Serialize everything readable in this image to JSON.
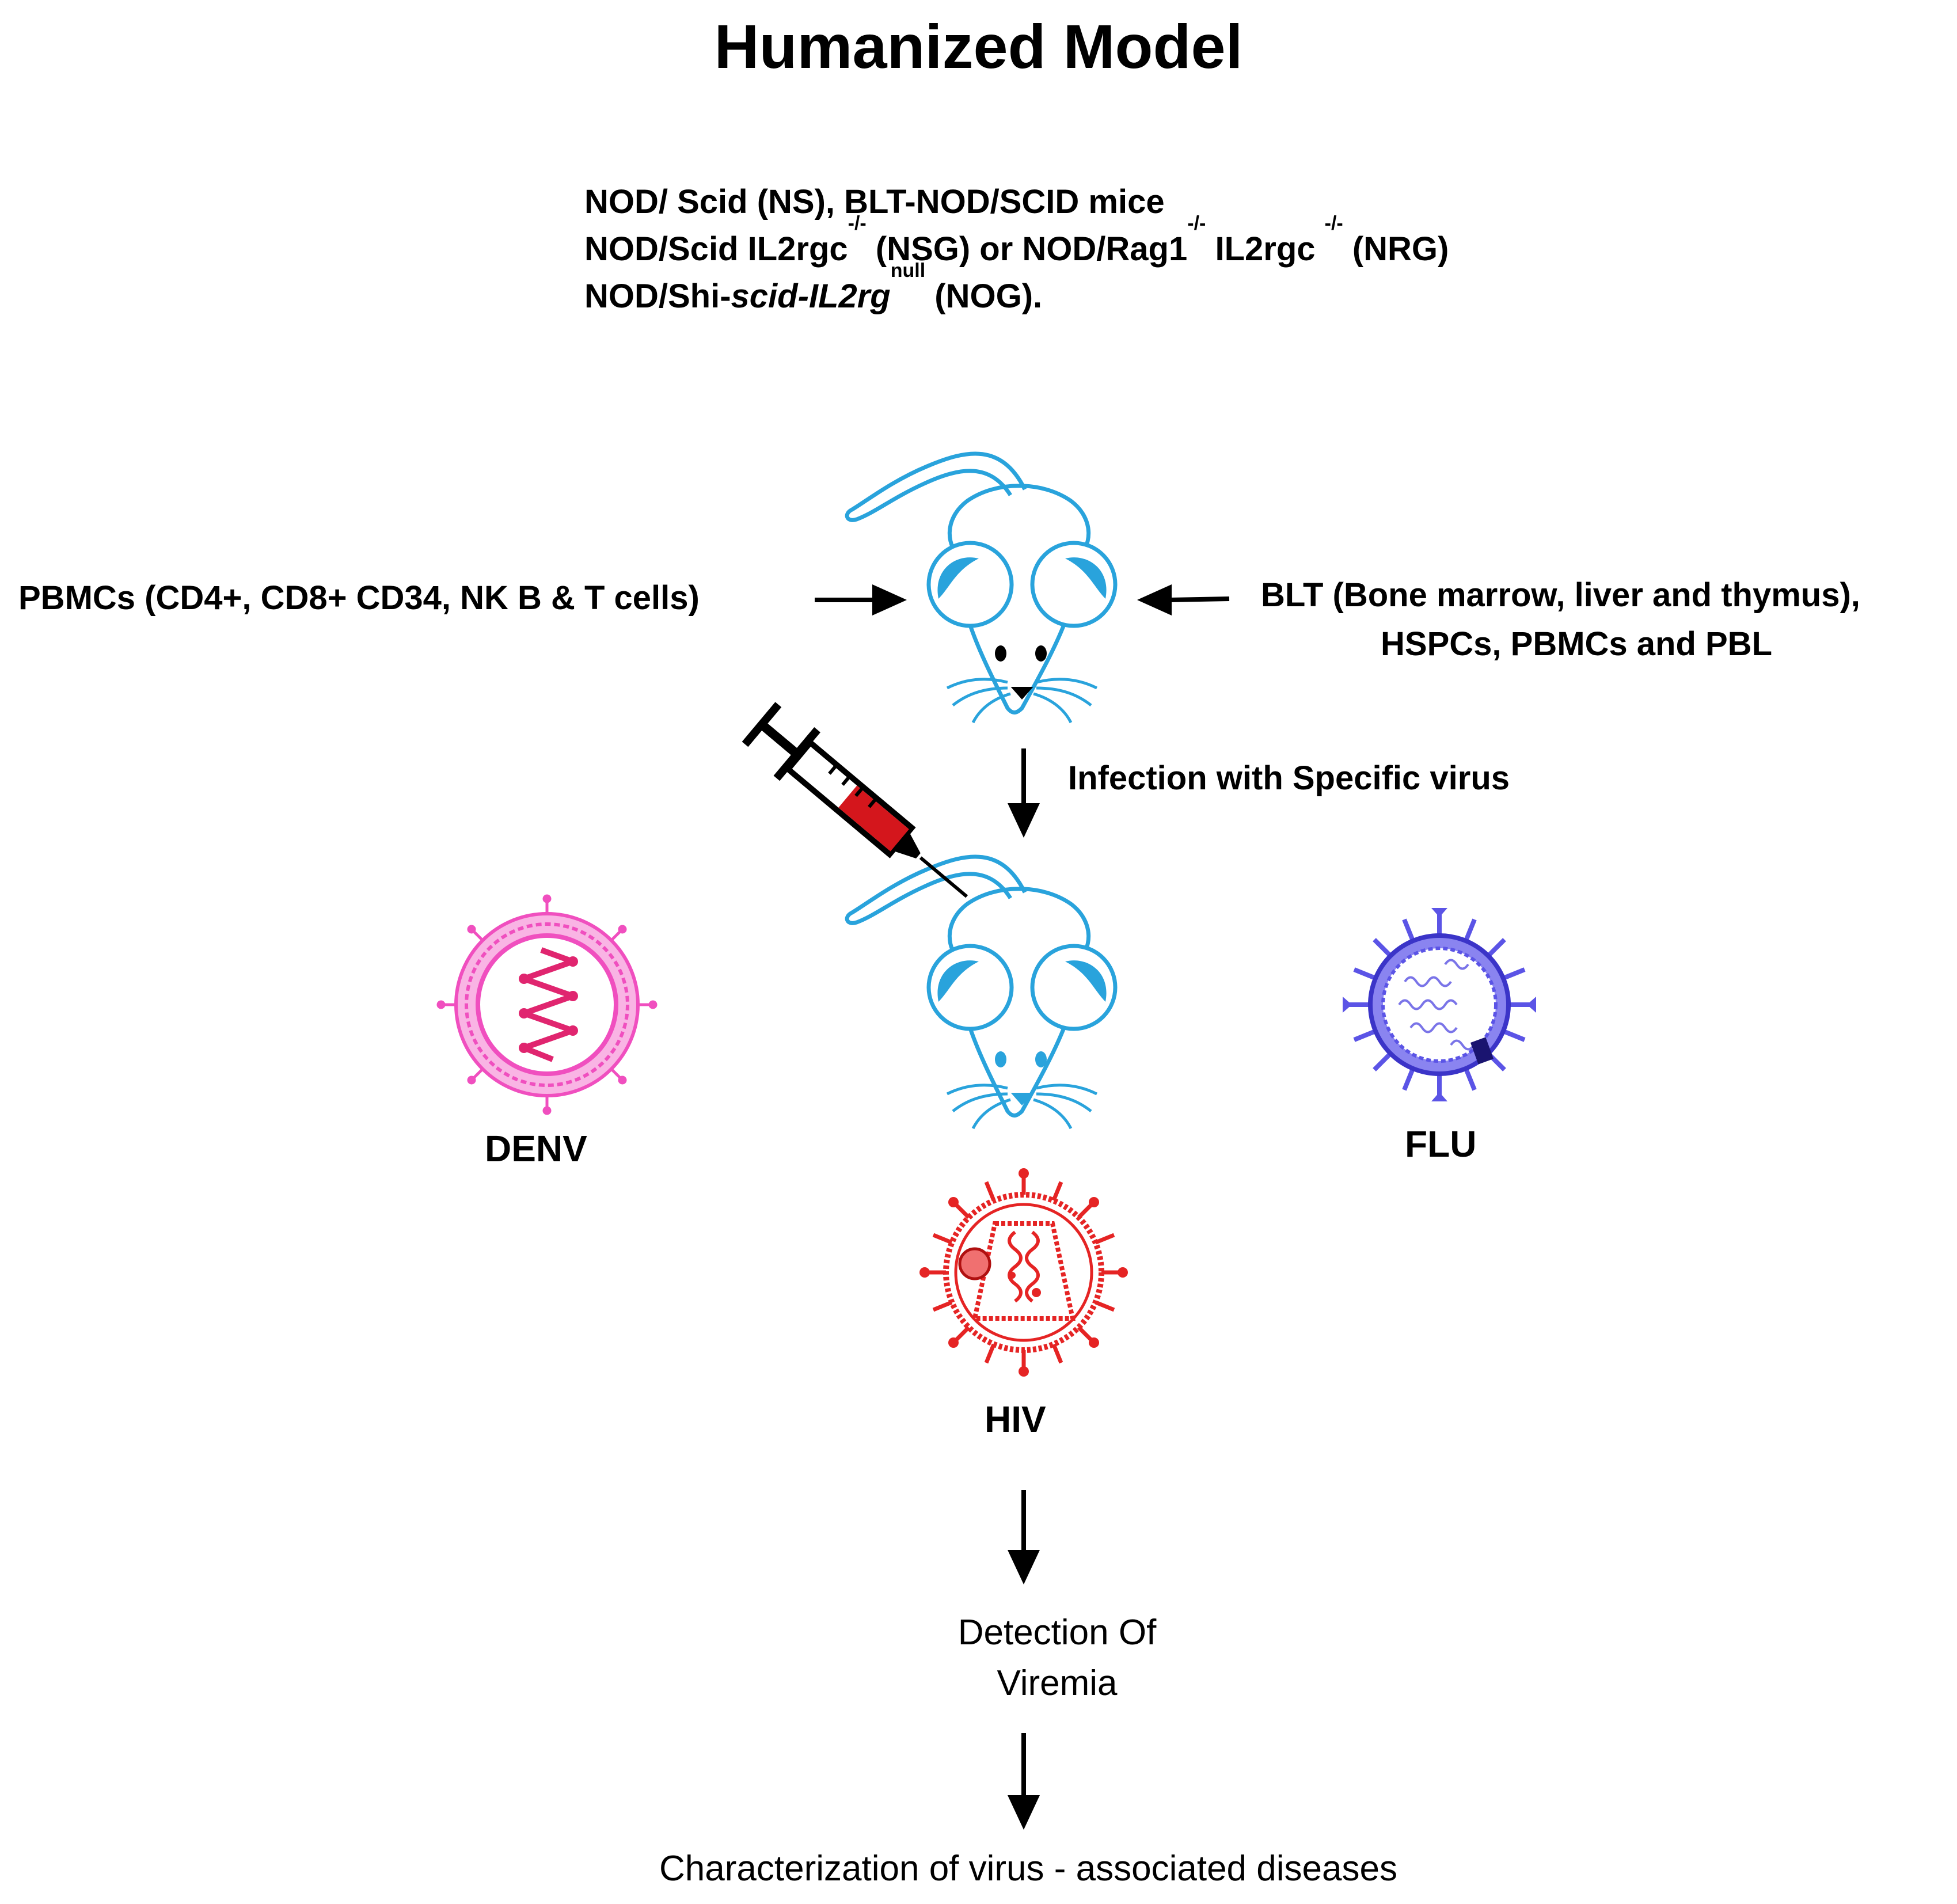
{
  "title": "Humanized Model",
  "strains": {
    "line1": "NOD/ Scid (NS), BLT-NOD/SCID mice",
    "line2_a": "NOD/Scid IL2rgc",
    "line2_sup1": "-/-",
    "line2_b": " (NSG) or NOD/Rag1",
    "line2_sup2": "-/-",
    "line2_c": " IL2rgc ",
    "line2_sup3": "-/-",
    "line2_d": " (NRG)",
    "line3_a": "NOD/Shi-",
    "line3_italic": "scid-IL2rg",
    "line3_sup": "null",
    "line3_b": " (NOG)."
  },
  "left_input": "PBMCs (CD4+, CD8+ CD34, NK B & T cells)",
  "right_input": {
    "line1": "BLT (Bone marrow, liver and thymus),",
    "line2": "HSPCs, PBMCs and PBL"
  },
  "infection_label": "Infection with Specific virus",
  "viruses": {
    "denv": "DENV",
    "flu": "FLU",
    "hiv": "HIV"
  },
  "detection": {
    "line1": "Detection Of",
    "line2": "Viremia"
  },
  "characterization": "Characterization of virus - associated diseases",
  "colors": {
    "mouse": "#29a3dc",
    "denv": "#f04fbf",
    "denv_rna": "#e0256f",
    "flu": "#5b54e6",
    "hiv": "#e52424",
    "syringe_fill": "#d4161c",
    "arrow": "#000000"
  },
  "icons": [
    "mouse-icon",
    "syringe-icon",
    "denv-virus-icon",
    "flu-virus-icon",
    "hiv-virus-icon",
    "arrow-icon"
  ]
}
